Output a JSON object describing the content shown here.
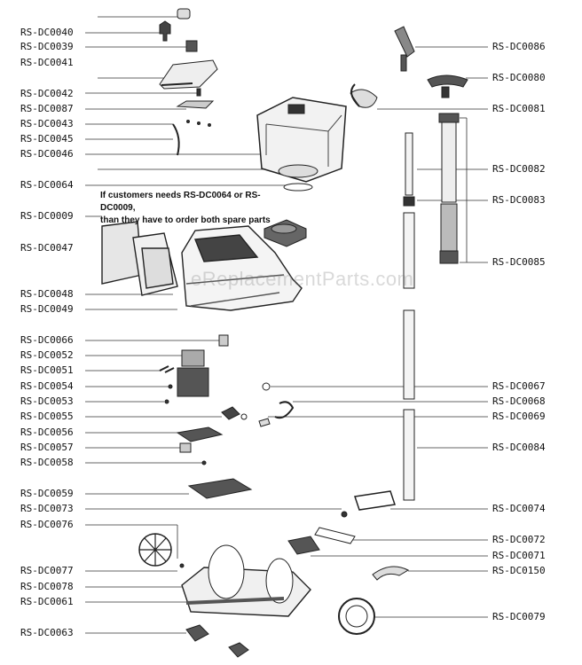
{
  "note": {
    "line1": "If customers needs RS-DC0064 or RS-DC0009,",
    "line2": "than they have to order both spare parts"
  },
  "watermark": "eReplacementParts.com",
  "left_labels": [
    "RS-DC0040",
    "RS-DC0039",
    "RS-DC0041",
    "RS-DC0042",
    "RS-DC0087",
    "RS-DC0043",
    "RS-DC0045",
    "RS-DC0046",
    "RS-DC0064",
    "RS-DC0009",
    "RS-DC0047",
    "RS-DC0048",
    "RS-DC0049",
    "RS-DC0066",
    "RS-DC0052",
    "RS-DC0051",
    "RS-DC0054",
    "RS-DC0053",
    "RS-DC0055",
    "RS-DC0056",
    "RS-DC0057",
    "RS-DC0058",
    "RS-DC0059",
    "RS-DC0073",
    "RS-DC0076",
    "RS-DC0077",
    "RS-DC0078",
    "RS-DC0061",
    "RS-DC0063"
  ],
  "right_labels": [
    "RS-DC0086",
    "RS-DC0080",
    "RS-DC0081",
    "RS-DC0082",
    "RS-DC0083",
    "RS-DC0085",
    "RS-DC0067",
    "RS-DC0068",
    "RS-DC0069",
    "RS-DC0084",
    "RS-DC0074",
    "RS-DC0072",
    "RS-DC0071",
    "RS-DC0150",
    "RS-DC0079"
  ]
}
